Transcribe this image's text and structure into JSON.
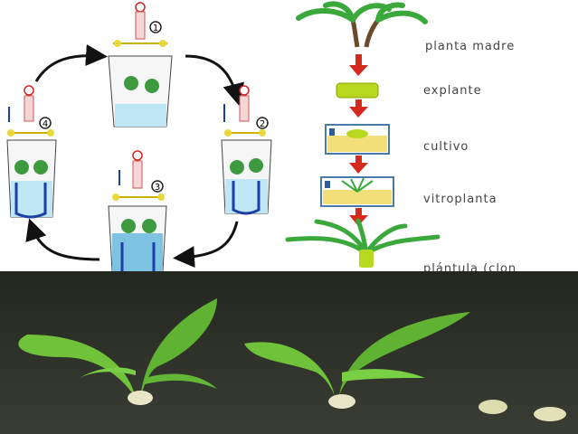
{
  "cycle": {
    "steps": [
      "1",
      "2",
      "3",
      "4"
    ]
  },
  "sequence": {
    "labels": {
      "planta_madre": "planta madre",
      "explante": "explante",
      "cultivo": "cultivo",
      "vitroplanta": "vitroplanta",
      "plantula": "plántula (clon"
    }
  },
  "colors": {
    "arrow_red": "#d42a1e",
    "leaf_green": "#3aa83a",
    "medium_blue": "#6ec8e8",
    "photo_bg": "#2f332c"
  }
}
